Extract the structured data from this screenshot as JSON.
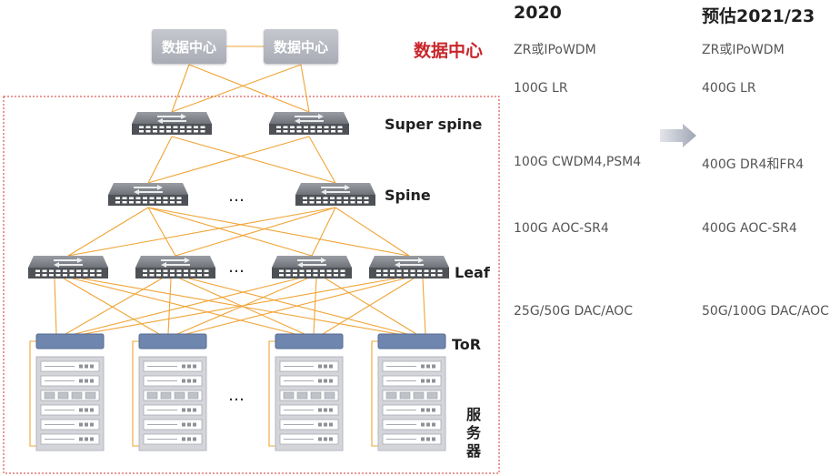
{
  "diagram": {
    "datacenters": [
      "数据中心",
      "数据中心"
    ],
    "layers": {
      "super_spine": "Super spine",
      "spine": "Spine",
      "leaf": "Leaf",
      "tor": "ToR",
      "server": [
        "服",
        "务",
        "器"
      ]
    },
    "ellipsis": [
      "…",
      "…",
      "…"
    ]
  },
  "table": {
    "col_2020": "2020",
    "col_future": "预估2021/23",
    "dc_label": "数据中心",
    "rows": [
      {
        "v2020": "ZR或IPoWDM",
        "future": "ZR或IPoWDM"
      },
      {
        "v2020": "100G LR",
        "future": "400G LR"
      },
      {
        "v2020": "100G CWDM4,PSM4",
        "future": "400G DR4和FR4"
      },
      {
        "v2020": "100G AOC-SR4",
        "future": "400G AOC-SR4"
      },
      {
        "v2020": "25G/50G DAC/AOC",
        "future": "50G/100G DAC/AOC"
      }
    ]
  },
  "colors": {
    "link": "#f0a436",
    "border_dashed": "#d0342c",
    "accent_red": "#c8262b",
    "switch_body": "#6f7278",
    "tor_bar": "#6f86ae"
  },
  "icons": [
    "switch-icon",
    "tor-switch-icon",
    "server-rack-icon",
    "arrow-right-icon"
  ]
}
